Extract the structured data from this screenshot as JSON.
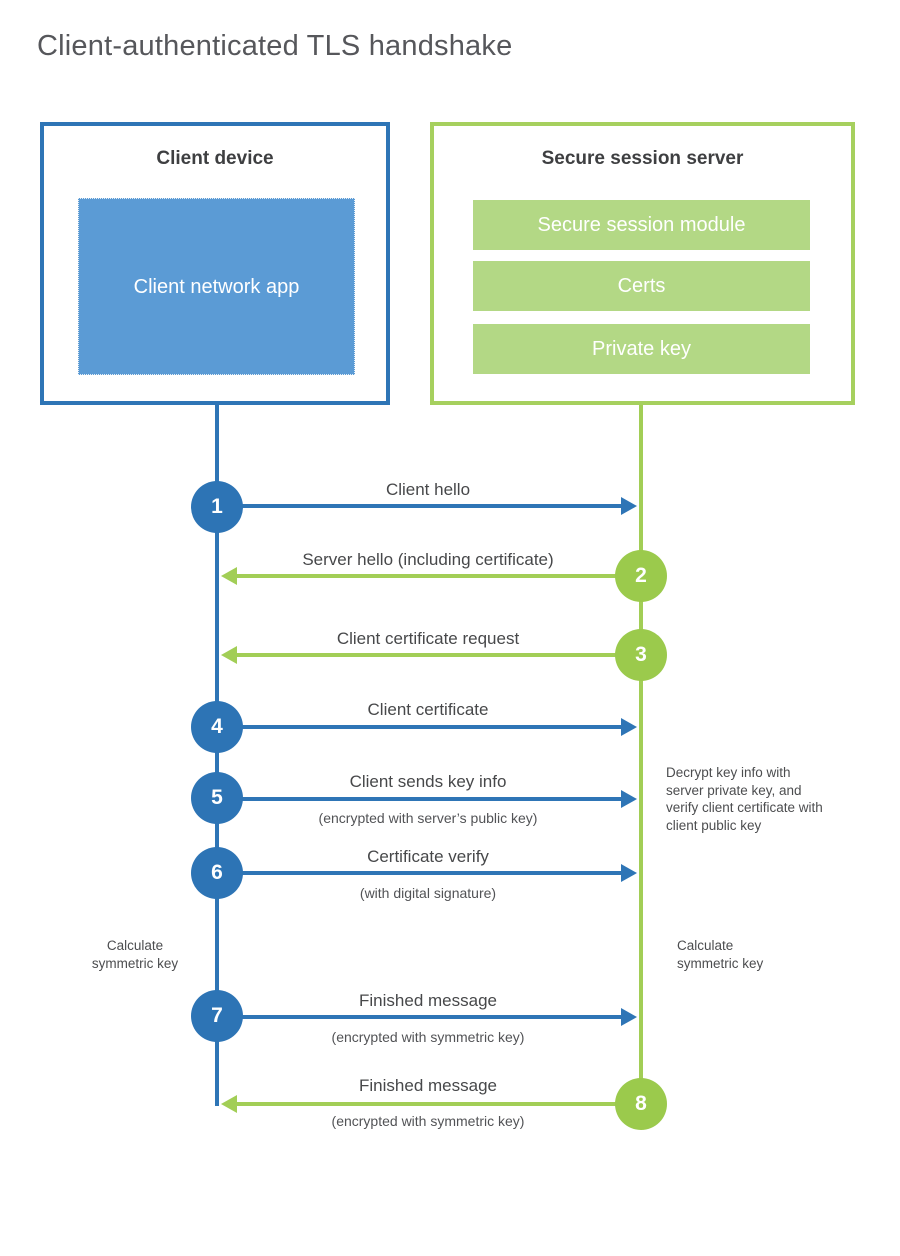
{
  "title": "Client-authenticated TLS handshake",
  "colors": {
    "client_blue": "#2e75b6",
    "client_fill_blue": "#5b9bd5",
    "server_green_border": "#a6d05e",
    "server_bar_green": "#b3d885",
    "badge_green": "#9bca4c",
    "badge_blue": "#2d74b5"
  },
  "client": {
    "heading": "Client device",
    "app_label": "Client network app"
  },
  "server": {
    "heading": "Secure session server",
    "modules": {
      "0": "Secure session module",
      "1": "Certs",
      "2": "Private key"
    }
  },
  "steps": {
    "0": {
      "num": "1",
      "label": "Client hello"
    },
    "1": {
      "num": "2",
      "label": "Server hello (including certificate)"
    },
    "2": {
      "num": "3",
      "label": "Client certificate request"
    },
    "3": {
      "num": "4",
      "label": "Client certificate"
    },
    "4": {
      "num": "5",
      "label": "Client sends key info",
      "sub": "(encrypted with server’s public key)"
    },
    "5": {
      "num": "6",
      "label": "Certificate verify",
      "sub": "(with digital signature)"
    },
    "6": {
      "num": "7",
      "label": "Finished message",
      "sub": "(encrypted with symmetric key)"
    },
    "7": {
      "num": "8",
      "label": "Finished message",
      "sub": "(encrypted with symmetric key)"
    }
  },
  "annotations": {
    "decrypt_note": "Decrypt key info with server private key, and verify client certificate with client public key",
    "calc_left": "Calculate symmetric key",
    "calc_right": "Calculate symmetric key"
  }
}
